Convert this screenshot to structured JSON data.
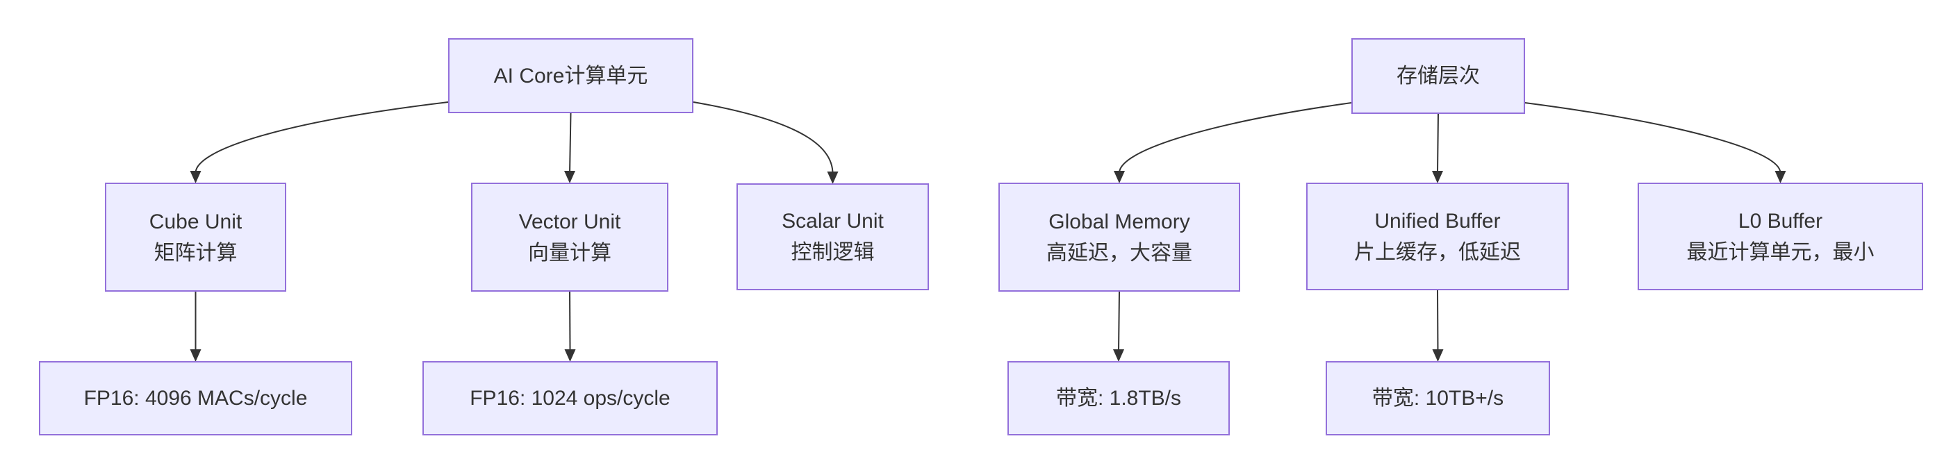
{
  "diagram": {
    "background_color": "#ffffff",
    "node_fill_color": "#ECECFF",
    "node_border_color": "#9370DB",
    "edge_color": "#333333",
    "text_color": "#333333",
    "nodes": {
      "ai_core": {
        "lines": [
          "AI Core计算单元"
        ]
      },
      "cube": {
        "lines": [
          "Cube Unit",
          "矩阵计算"
        ]
      },
      "vector": {
        "lines": [
          "Vector Unit",
          "向量计算"
        ]
      },
      "scalar": {
        "lines": [
          "Scalar Unit",
          "控制逻辑"
        ]
      },
      "cube_spec": {
        "lines": [
          "FP16: 4096 MACs/cycle"
        ]
      },
      "vector_spec": {
        "lines": [
          "FP16: 1024 ops/cycle"
        ]
      },
      "mem_root": {
        "lines": [
          "存储层次"
        ]
      },
      "global_mem": {
        "lines": [
          "Global Memory",
          "高延迟，大容量"
        ]
      },
      "unified_buf": {
        "lines": [
          "Unified Buffer",
          "片上缓存，低延迟"
        ]
      },
      "l0_buf": {
        "lines": [
          "L0 Buffer",
          "最近计算单元，最小"
        ]
      },
      "gm_spec": {
        "lines": [
          "带宽: 1.8TB/s"
        ]
      },
      "ub_spec": {
        "lines": [
          "带宽: 10TB+/s"
        ]
      }
    },
    "edges": [
      {
        "from": "ai_core",
        "to": "cube"
      },
      {
        "from": "ai_core",
        "to": "vector"
      },
      {
        "from": "ai_core",
        "to": "scalar"
      },
      {
        "from": "cube",
        "to": "cube_spec"
      },
      {
        "from": "vector",
        "to": "vector_spec"
      },
      {
        "from": "mem_root",
        "to": "global_mem"
      },
      {
        "from": "mem_root",
        "to": "unified_buf"
      },
      {
        "from": "mem_root",
        "to": "l0_buf"
      },
      {
        "from": "global_mem",
        "to": "gm_spec"
      },
      {
        "from": "unified_buf",
        "to": "ub_spec"
      }
    ]
  }
}
